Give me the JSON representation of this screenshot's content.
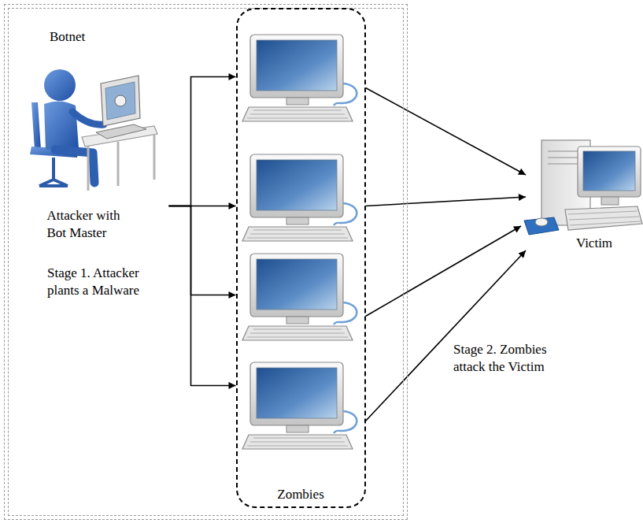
{
  "diagram": {
    "nodes": [
      {
        "text": [
          "Botnet"
        ]
      },
      {
        "text": [
          "Attacker with Bot Master"
        ],
        "in": 0
      },
      {
        "text": [
          "Zombies"
        ],
        "in": 0
      },
      {
        "text": [
          "Victim"
        ]
      }
    ],
    "edges": [
      {
        "from": 1,
        "to": 2,
        "arrow": "to"
      },
      {
        "from": 2,
        "to": 3,
        "arrow": "to"
      }
    ],
    "labels": [
      "Stage 1. Attacker plants a Malware",
      "Stage 2. Zombies attack the Victim"
    ]
  }
}
